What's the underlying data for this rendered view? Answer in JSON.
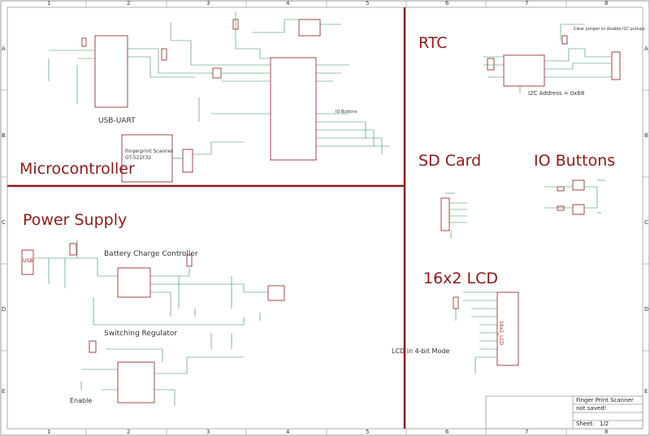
{
  "sections": {
    "microcontroller": "Microcontroller",
    "power_supply": "Power Supply",
    "rtc": "RTC",
    "sd_card": "SD Card",
    "io_buttons": "IO Buttons",
    "lcd": "16x2 LCD"
  },
  "labels": {
    "usb_uart": "USB-UART",
    "battery_charge_controller": "Battery Charge Controller",
    "switching_regulator": "Switching Regulator",
    "enable": "Enable",
    "lcd_mode": "LCD in 4-bit Mode",
    "i2c_address": "I2C Address = 0x68",
    "fingerprint_scanner_1": "Fingerprint Scanner",
    "fingerprint_scanner_2": "GT-521F32",
    "clear_jumper_note": "Clear jumper to disable I2C pullups",
    "usb": "USB",
    "lcd_part": "16x2_LCD",
    "io_buttons_net": "IO Buttons"
  },
  "title_block": {
    "name": "Finger Print Scanner",
    "status": "not saved!",
    "sheet_label": "Sheet:",
    "sheet_value": "1/2"
  },
  "zones": {
    "columns": [
      "1",
      "2",
      "3",
      "4",
      "5",
      "6",
      "7",
      "8"
    ],
    "rows": [
      "A",
      "B",
      "C",
      "D",
      "E"
    ]
  },
  "colors": {
    "frame": "#8b1a1a",
    "wire": "#2e8b57",
    "part": "#8b1a1a",
    "text": "#333333"
  }
}
